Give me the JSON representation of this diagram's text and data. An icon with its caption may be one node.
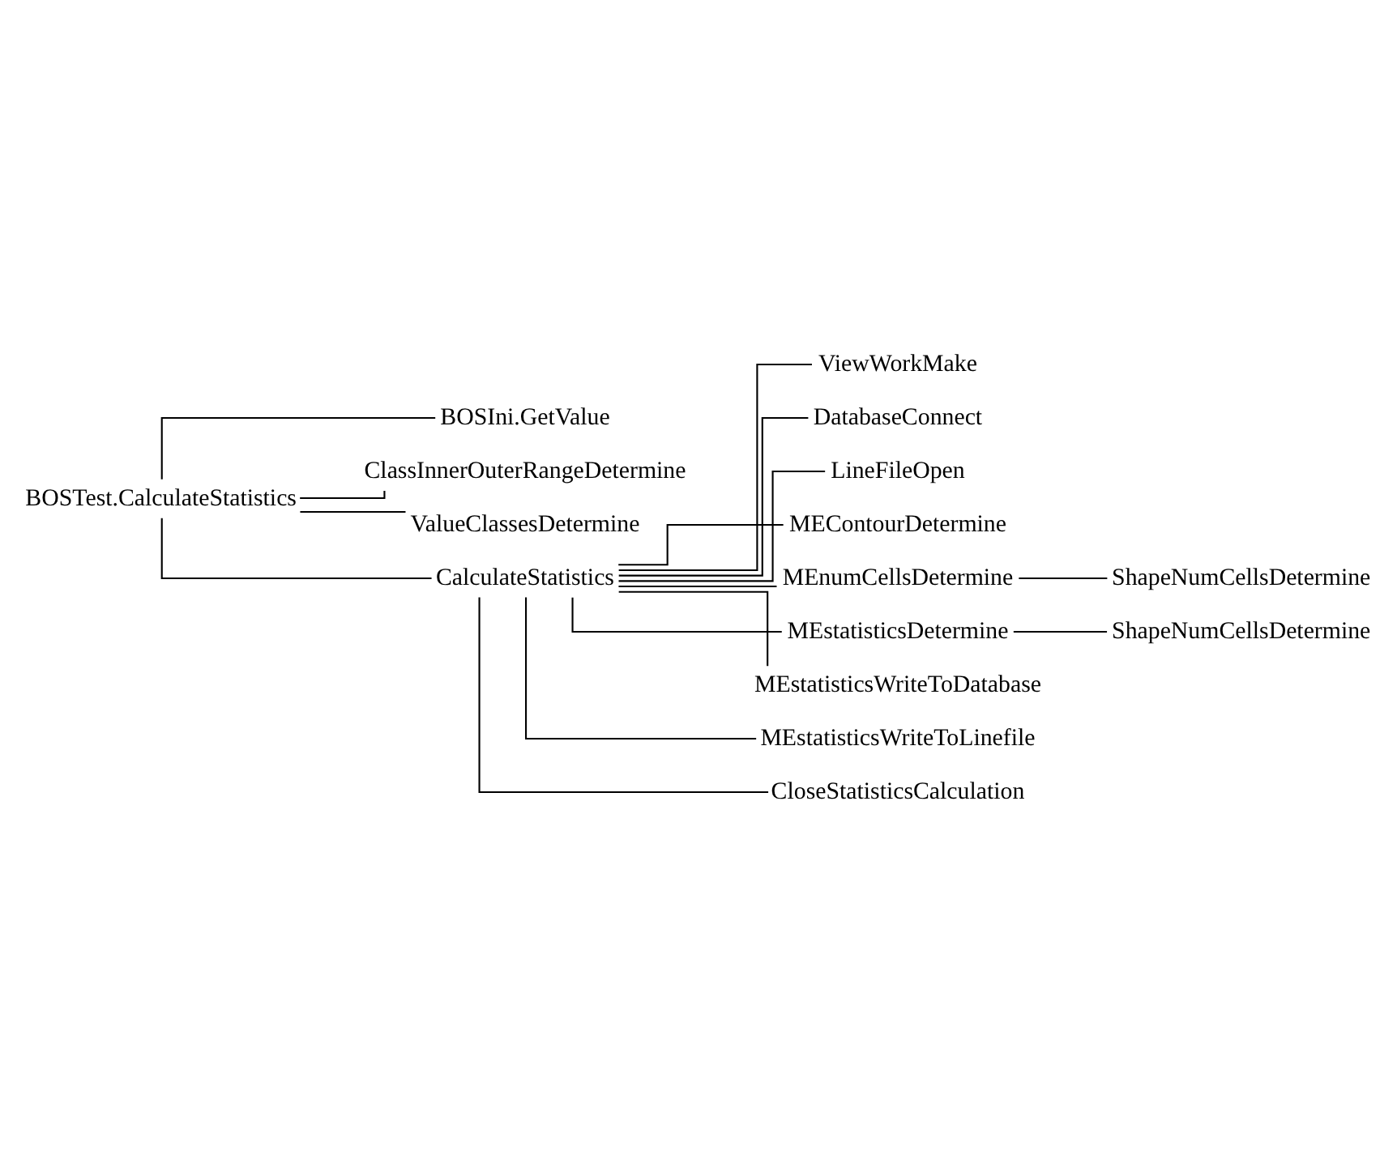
{
  "diagram": {
    "nodes": [
      {
        "text": [
          "BOSTest.CalculateStatistics"
        ]
      },
      {
        "text": [
          "BOSIni.GetValue"
        ]
      },
      {
        "text": [
          "ClassInnerOuterRangeDetermine"
        ]
      },
      {
        "text": [
          "ValueClassesDetermine"
        ]
      },
      {
        "text": [
          "CalculateStatistics"
        ]
      },
      {
        "text": [
          "ViewWorkMake"
        ]
      },
      {
        "text": [
          "DatabaseConnect"
        ]
      },
      {
        "text": [
          "LineFileOpen"
        ]
      },
      {
        "text": [
          "MEContourDetermine"
        ]
      },
      {
        "text": [
          "MEnumCellsDetermine"
        ]
      },
      {
        "text": [
          "ShapeNumCellsDetermine"
        ]
      },
      {
        "text": [
          "MEstatisticsDetermine"
        ]
      },
      {
        "text": [
          "ShapeNumCellsDetermine"
        ]
      },
      {
        "text": [
          "MEstatisticsWriteToDatabase"
        ]
      },
      {
        "text": [
          "MEstatisticsWriteToLinefile"
        ]
      },
      {
        "text": [
          "CloseStatisticsCalculation"
        ]
      }
    ],
    "edges": [
      {
        "from": 0,
        "to": 1,
        "arrow": "none"
      },
      {
        "from": 0,
        "to": 2,
        "arrow": "none"
      },
      {
        "from": 0,
        "to": 3,
        "arrow": "none"
      },
      {
        "from": 0,
        "to": 4,
        "arrow": "none"
      },
      {
        "from": 4,
        "to": 5,
        "arrow": "none"
      },
      {
        "from": 4,
        "to": 6,
        "arrow": "none"
      },
      {
        "from": 4,
        "to": 7,
        "arrow": "none"
      },
      {
        "from": 4,
        "to": 8,
        "arrow": "none"
      },
      {
        "from": 4,
        "to": 9,
        "arrow": "none"
      },
      {
        "from": 9,
        "to": 10,
        "arrow": "none"
      },
      {
        "from": 4,
        "to": 11,
        "arrow": "none"
      },
      {
        "from": 11,
        "to": 12,
        "arrow": "none"
      },
      {
        "from": 4,
        "to": 13,
        "arrow": "none"
      },
      {
        "from": 4,
        "to": 14,
        "arrow": "none"
      },
      {
        "from": 4,
        "to": 15,
        "arrow": "none"
      }
    ]
  }
}
